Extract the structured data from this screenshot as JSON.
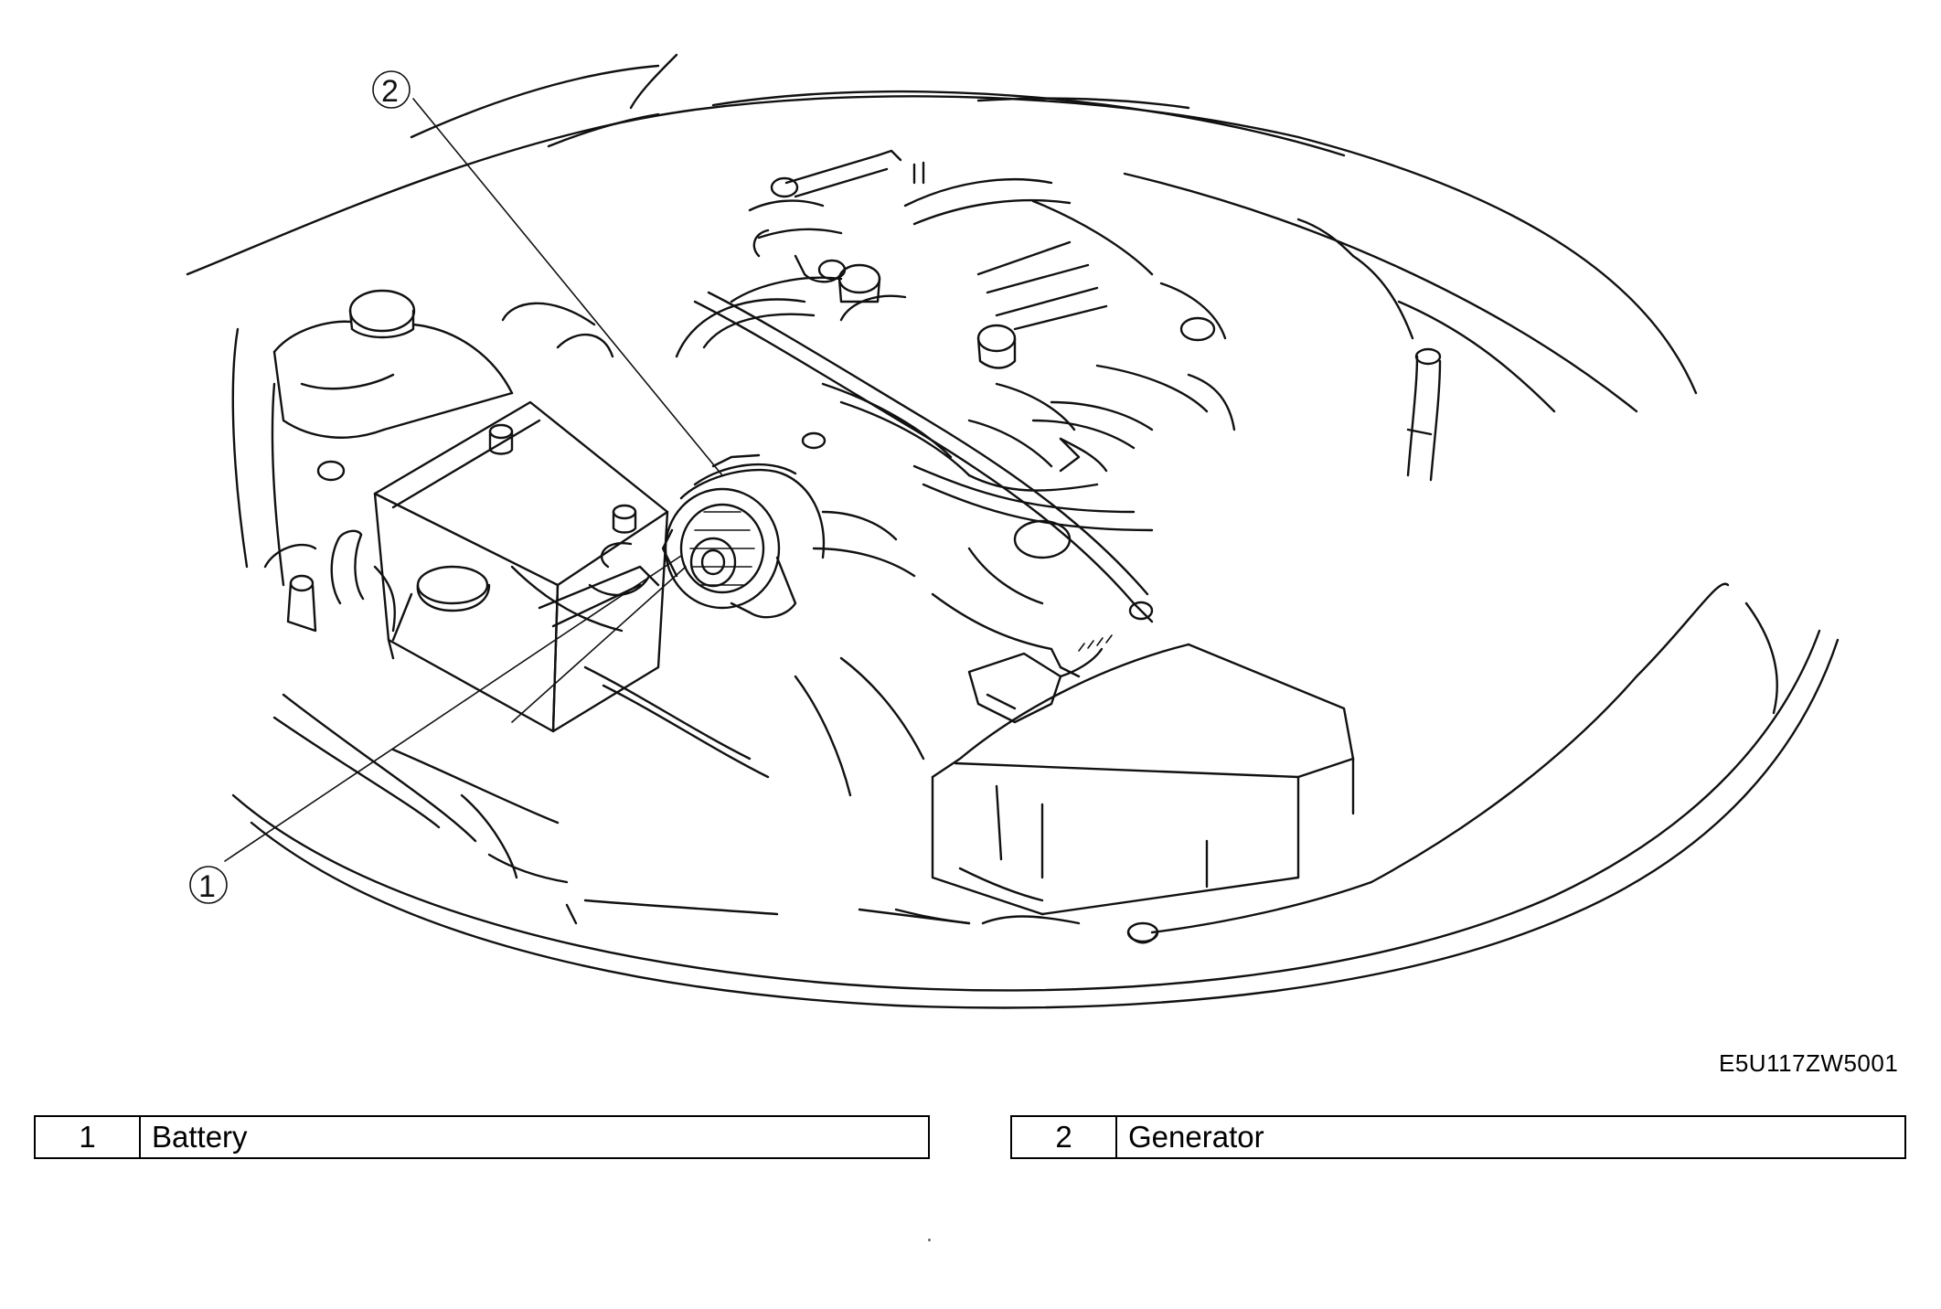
{
  "callouts": [
    {
      "number": "1"
    },
    {
      "number": "2"
    }
  ],
  "figure_code": "E5U117ZW5001",
  "legend": [
    {
      "number": "1",
      "label": "Battery"
    },
    {
      "number": "2",
      "label": "Generator"
    }
  ]
}
